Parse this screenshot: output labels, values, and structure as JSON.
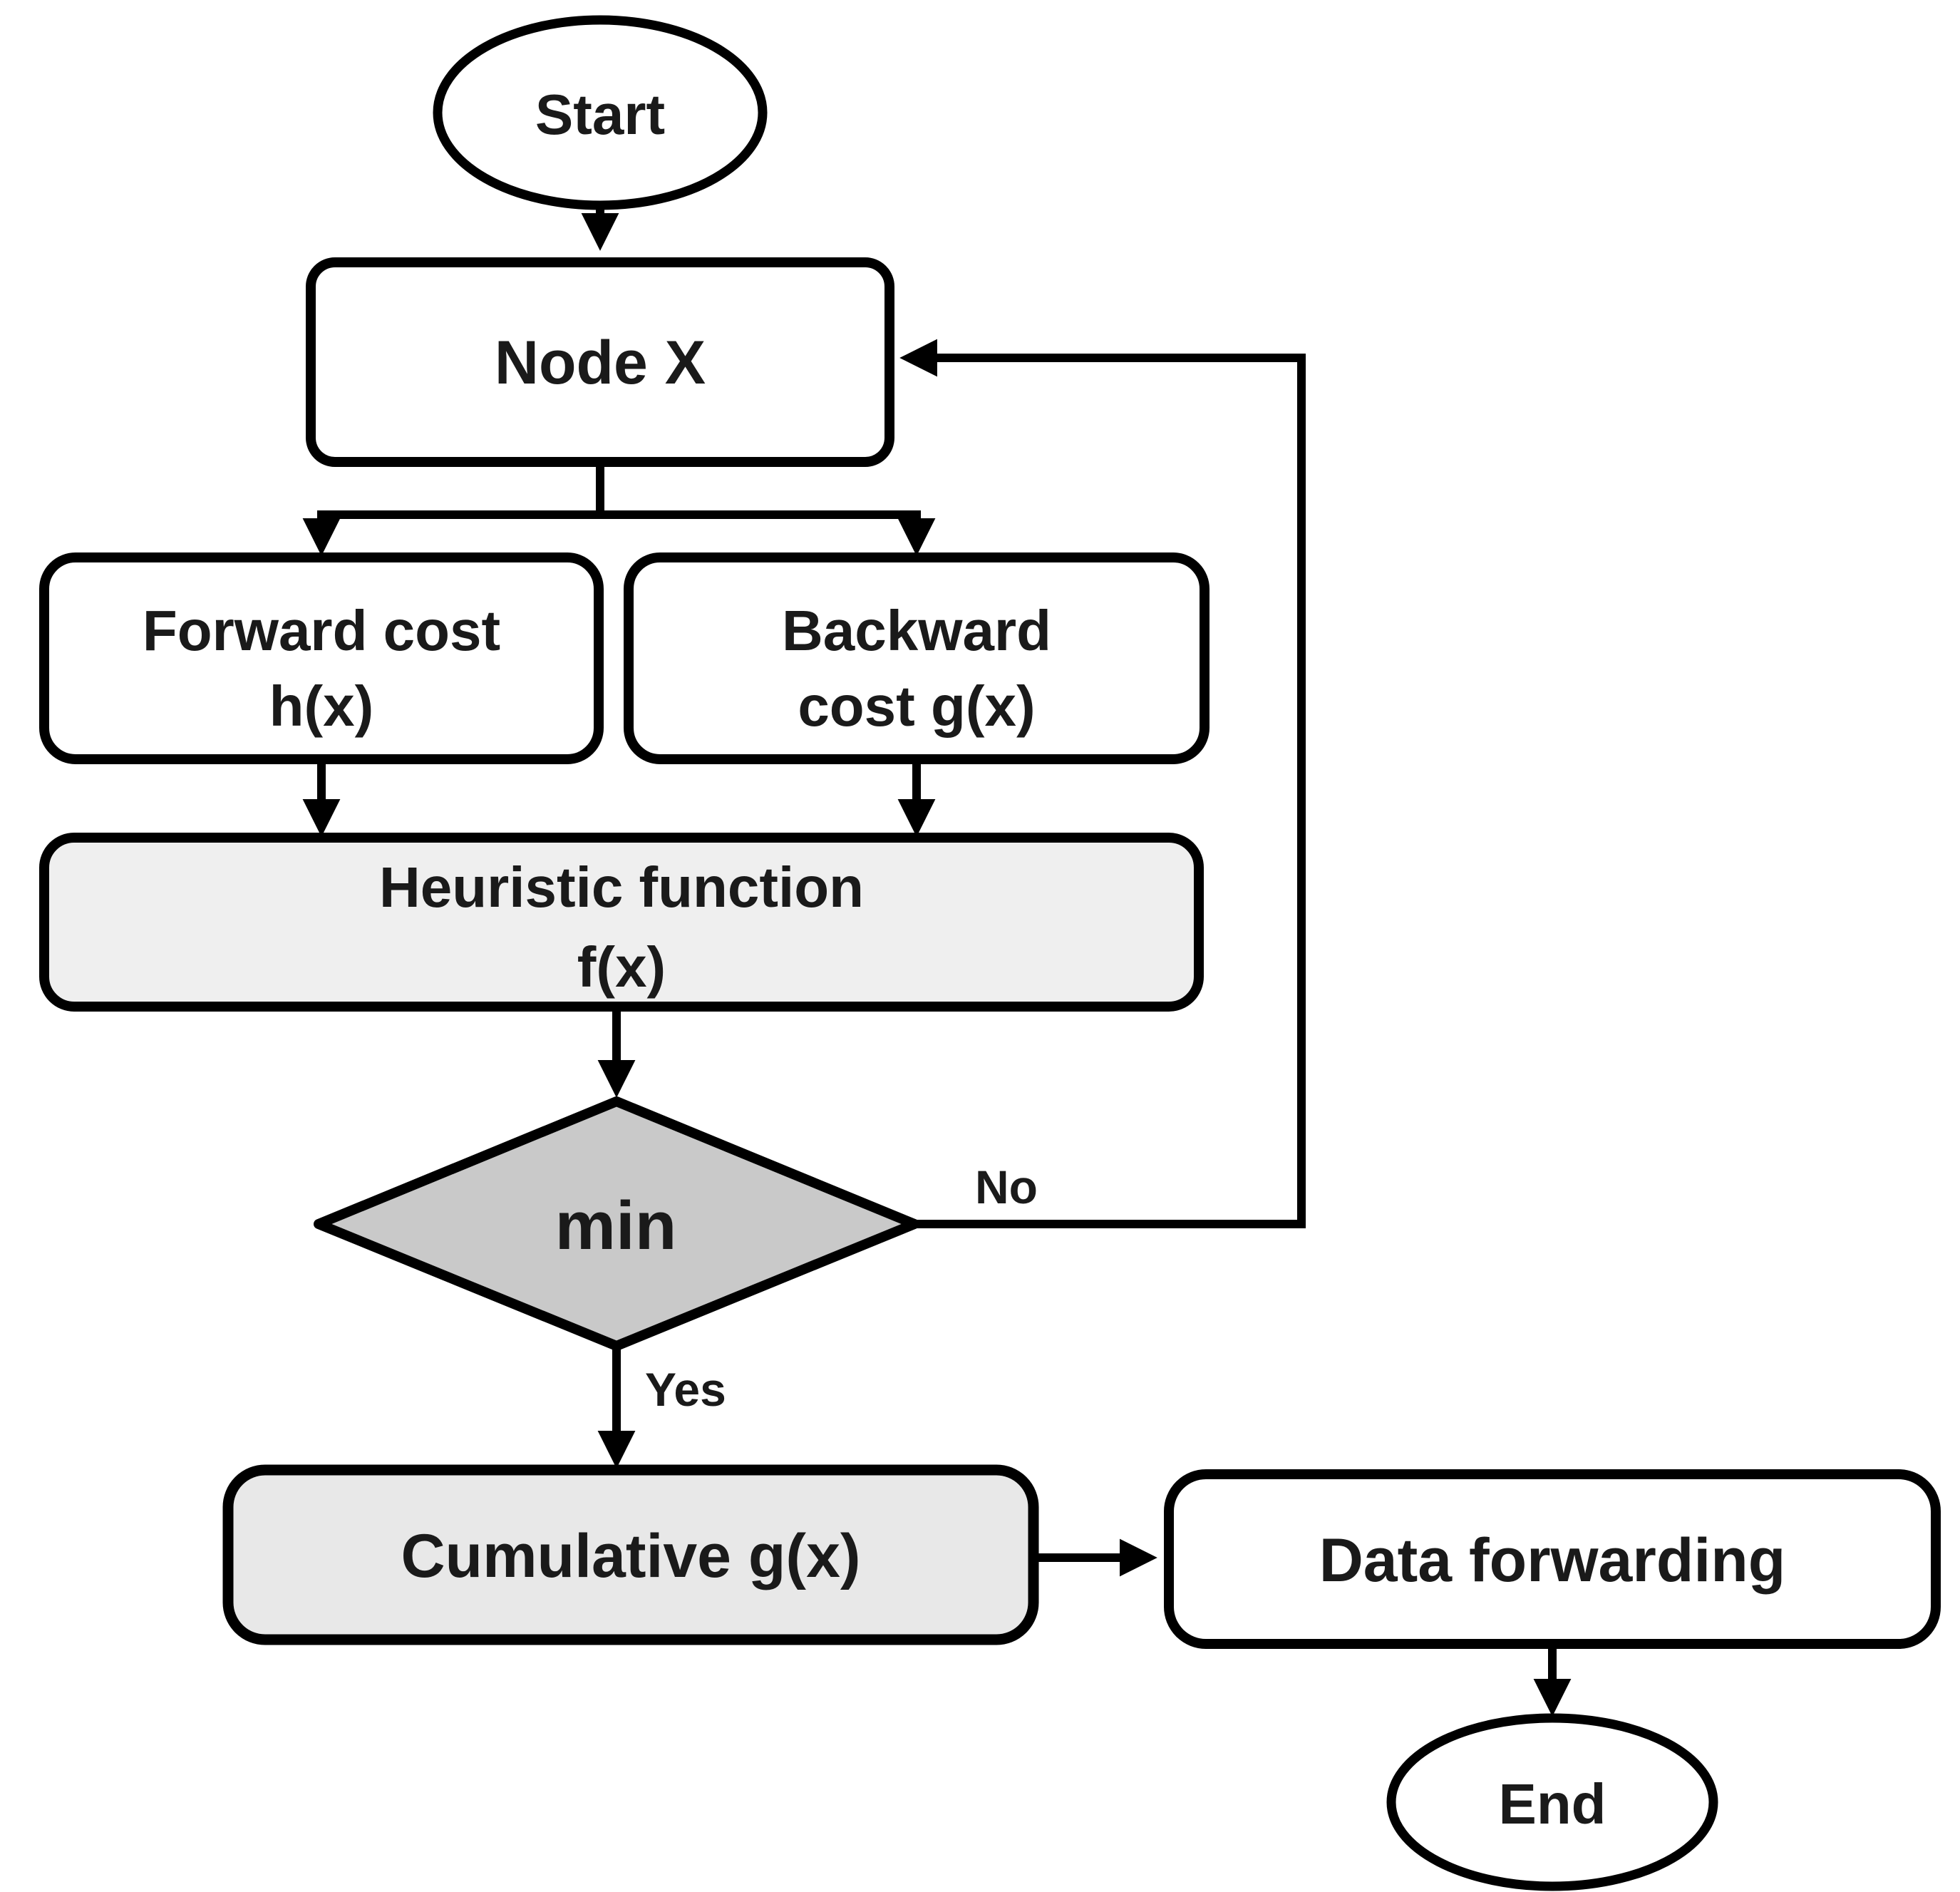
{
  "figure": {
    "background": "#ffffff",
    "colors": {
      "outline": "#000000",
      "text": "#1a1a1a",
      "terminal_fill": "#ffffff",
      "process_fill": "#ffffff",
      "heuristic_fill": "#efefef",
      "cumulative_fill": "#e8e8e8",
      "decision_fill": "#c9c9c9"
    },
    "nodes": {
      "start": {
        "label": "Start"
      },
      "node_x": {
        "label": "Node X"
      },
      "forward_cost": {
        "line1": "Forward cost",
        "line2": "h(x)"
      },
      "backward_cost": {
        "line1": "Backward",
        "line2": "cost g(x)"
      },
      "heuristic": {
        "line1": "Heuristic function",
        "line2": "f(x)"
      },
      "decision": {
        "label": "min"
      },
      "cumulative": {
        "label": "Cumulative g(x)"
      },
      "data_forwarding": {
        "label": "Data forwarding"
      },
      "end": {
        "label": "End"
      }
    },
    "edge_labels": {
      "no": "No",
      "yes": "Yes"
    }
  }
}
